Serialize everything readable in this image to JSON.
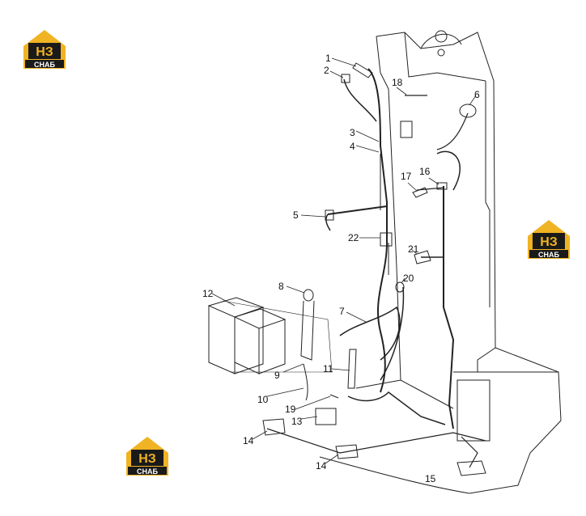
{
  "watermark": {
    "letters": "НЗ",
    "word": "СНАБ",
    "colors": {
      "gold": "#f0b323",
      "dark": "#1a1a1a",
      "white": "#ffffff"
    },
    "count": 3
  },
  "diagram": {
    "callouts": [
      {
        "id": "c1",
        "text": "1"
      },
      {
        "id": "c2",
        "text": "2"
      },
      {
        "id": "c3",
        "text": "3"
      },
      {
        "id": "c4",
        "text": "4"
      },
      {
        "id": "c5",
        "text": "5"
      },
      {
        "id": "c6",
        "text": "6"
      },
      {
        "id": "c7",
        "text": "7"
      },
      {
        "id": "c8",
        "text": "8"
      },
      {
        "id": "c9",
        "text": "9"
      },
      {
        "id": "c10",
        "text": "10"
      },
      {
        "id": "c11",
        "text": "11"
      },
      {
        "id": "c12",
        "text": "12"
      },
      {
        "id": "c13",
        "text": "13"
      },
      {
        "id": "c14a",
        "text": "14"
      },
      {
        "id": "c14b",
        "text": "14"
      },
      {
        "id": "c15",
        "text": "15"
      },
      {
        "id": "c16",
        "text": "16"
      },
      {
        "id": "c17",
        "text": "17"
      },
      {
        "id": "c18",
        "text": "18"
      },
      {
        "id": "c19",
        "text": "19"
      },
      {
        "id": "c20",
        "text": "20"
      },
      {
        "id": "c21",
        "text": "21"
      },
      {
        "id": "c22",
        "text": "22"
      }
    ]
  }
}
